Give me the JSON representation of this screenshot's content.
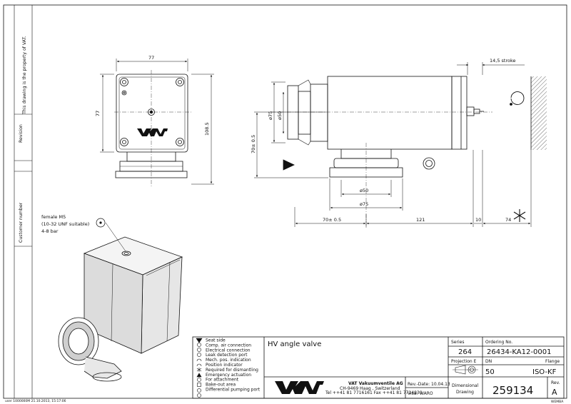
{
  "side_strip": {
    "property_note": "This drawing is the property of VAT.",
    "revision_label": "Revision",
    "customer_number_label": "Customer number"
  },
  "dimensions": {
    "top_width": "77",
    "top_height": "77",
    "top_total": "108.5",
    "stroke": "14,5 stroke",
    "dia75_side": "ø75",
    "dia50_side": "ø50",
    "height70": "70± 0.5",
    "dia50_bottom": "ø50",
    "dia75_bottom": "ø75",
    "base70": "70± 0.5",
    "base121": "121",
    "base10": "10",
    "base74": "74"
  },
  "port_note": {
    "line1": "female M5",
    "line2": "(10-32 UNF suitable)",
    "line3": "4-8 bar"
  },
  "legend": [
    "Seat side",
    "Comp. air connection",
    "Electrical connection",
    "Leak detection port",
    "Mech. pos. indication",
    "Position indicator",
    "Required for dismantling",
    "Emergency actuation",
    "For attachment",
    "Bake-out area",
    "Differential pumping port"
  ],
  "title_block": {
    "title": "HV angle valve",
    "series_label": "Series",
    "series_value": "264",
    "ordering_label": "Ordering No.",
    "ordering_value": "26434-KA12-0001",
    "projection_label": "Projection E",
    "dn_label": "DN",
    "dn_value": "50",
    "flange_label": "Flange",
    "flange_value": "ISO-KF",
    "company_name": "VAT Vakuumventile AG",
    "company_address": "CH-9469 Haag , Switzerland",
    "company_contact": "Tel ++41 81 7716161 Fax ++41 81 7714830",
    "rev_date_label": "Rev.-Date:",
    "rev_date_value": "10.04.13",
    "visa_label": "Visa:",
    "visa_value": "WARO",
    "drawing_type_line1": "Dimensional",
    "drawing_type_line2": "Drawing",
    "drawing_number": "259134",
    "rev_label": "Rev.",
    "rev_value": "A",
    "logo_text": "VAT"
  },
  "footer": {
    "user_line": "user 1000000M 21.10.2013, 15:17:06",
    "corner_code": "WEMBA"
  }
}
